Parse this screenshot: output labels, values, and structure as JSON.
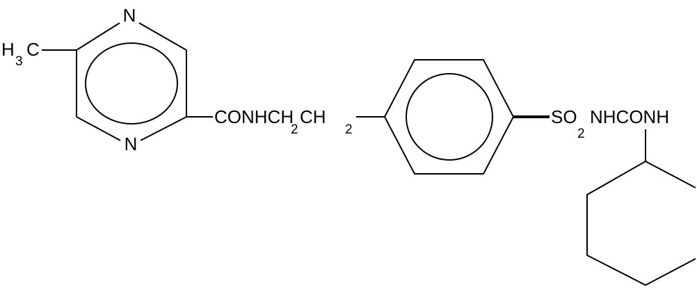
{
  "molecule": {
    "methyl": {
      "main": "H",
      "sub": "3",
      "tail": "C"
    },
    "pyrazine": {
      "n_top": "N",
      "n_bottom": "N"
    },
    "amide_linker": {
      "main": "CONHCH",
      "sub1": "2",
      "mid": "CH",
      "sub2": "2"
    },
    "sulfonyl": {
      "main": "SO",
      "sub": "2",
      "tail": "NHCONH"
    }
  },
  "colors": {
    "line": "#000000",
    "background": "#ffffff"
  }
}
